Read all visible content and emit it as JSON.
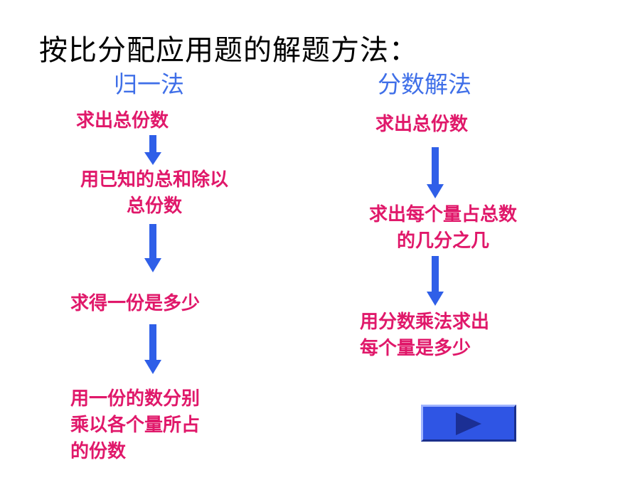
{
  "title": "按比分配应用题的解题方法：",
  "columns": {
    "left": {
      "heading": "归一法",
      "steps": [
        [
          "求出总份数"
        ],
        [
          "用已知的总和除以",
          "总份数"
        ],
        [
          "求得一份是多少"
        ],
        [
          "用一份的数分别",
          "乘以各个量所占",
          "的份数"
        ]
      ]
    },
    "right": {
      "heading": "分数解法",
      "steps": [
        [
          "求出总份数"
        ],
        [
          "求出每个量占总数",
          "的几分之几"
        ],
        [
          "用分数乘法求出",
          "每个量是多少"
        ]
      ]
    }
  },
  "colors": {
    "heading": "#3f6fe8",
    "step_text": "#e0186a",
    "arrow": "#2f5fe8",
    "button": "#2f55e4"
  },
  "next_button": {
    "icon": "play-triangle-icon"
  }
}
